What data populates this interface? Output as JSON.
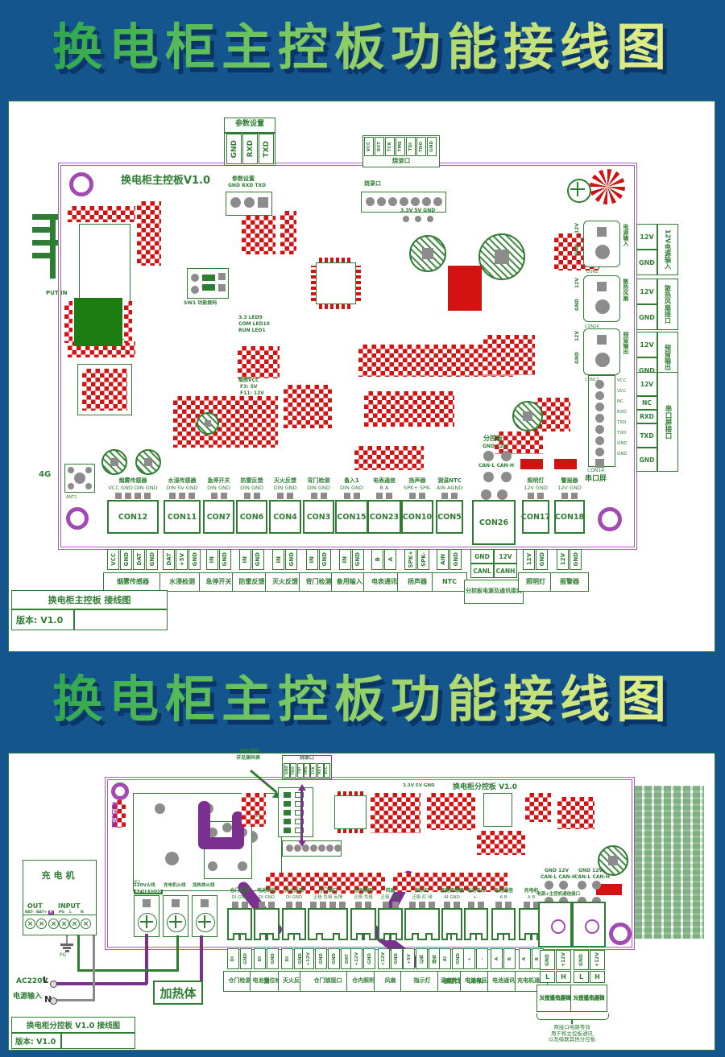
{
  "colors": {
    "background": "#15558d",
    "title_gradient_start": "#2fa84f",
    "title_gradient_end": "#e4ee88",
    "title_shadow": "#0b3566",
    "silkscreen_green": "#2e7d32",
    "component_red": "#d31212",
    "board_border_purple": "#a95fb5",
    "wire_purple": "#7b2f8e",
    "pad_gray": "#8c8c8c"
  },
  "banner": {
    "title": "换电柜主控板功能接线图"
  },
  "banner2": {
    "title": "换电柜主控板功能接线图"
  },
  "panel1": {
    "param_box": {
      "label": "参数设置",
      "pins": [
        "GND",
        "RXD",
        "TXD"
      ]
    },
    "burn_box": {
      "label": "烧录口",
      "pins": [
        "VCC",
        "RST",
        "TCK",
        "TMS",
        "TDI",
        "TDO",
        "GND"
      ]
    },
    "board": {
      "title": "换电柜主控板V1.0",
      "param_label": "参数设置",
      "param_pins": "GND RXD TXD",
      "burn_label": "烧录口",
      "testpoints": "3.3V 5V GND",
      "dip_label": "SW1 功能拨码",
      "led1": "3.3 LED9",
      "led2": "COM LED10",
      "led3": "RUN LED1",
      "note1": "烟感VCC",
      "note2": "F3: 5V",
      "note3": "F11: 12V",
      "putin": "PUT IN",
      "g4": "4G",
      "ant": "ANT1",
      "sub_label": "分控板",
      "sub_row1": "GND 12V",
      "sub_row2": "CAN-L CAN-H",
      "serial_con": "CON14",
      "serial_label": "串口屏",
      "serial_pins": [
        "VCC",
        "VCC",
        "NC",
        "RXD",
        "TXD",
        "TXD",
        "GND",
        "GND"
      ],
      "right_cons": [
        {
          "con": "CON1",
          "pin1": "12V",
          "pin2": "GND",
          "label": "电源输入"
        },
        {
          "con": "CON24",
          "pin1": "12V",
          "pin2": "GND",
          "label": "散热风扇"
        },
        {
          "con": "CON13",
          "pin1": "12V",
          "pin2": "GND",
          "label": "预留输出"
        }
      ]
    },
    "right_boxes": [
      {
        "cells": [
          "12V",
          "GND"
        ],
        "label": "12V电源输入"
      },
      {
        "cells": [
          "12V",
          "GND"
        ],
        "label": "散热风扇接口"
      },
      {
        "cells": [
          "12V",
          "GND"
        ],
        "label": "预留输出"
      }
    ],
    "serial_box": {
      "cells": [
        "12V",
        "NC",
        "RXD",
        "TXD",
        "GND"
      ],
      "label": "串口屏接口"
    },
    "connectors": [
      {
        "con": "CON12",
        "bname": "烟雾传感器",
        "bpins": "VCC GND DIN GND",
        "cells": [
          "VCC",
          "GND",
          "DAT",
          "GND"
        ],
        "label": "烟雾传感器"
      },
      {
        "con": "CON11",
        "bname": "水浸传感器",
        "bpins": "DIN 5V GND",
        "cells": [
          "DAT",
          "+5V",
          "GND"
        ],
        "label": "水浸检测"
      },
      {
        "con": "CON7",
        "bname": "急停开关",
        "bpins": "DIN GND",
        "cells": [
          "IN",
          "GND"
        ],
        "label": "急停开关"
      },
      {
        "con": "CON6",
        "bname": "防雷反馈",
        "bpins": "DIN GND",
        "cells": [
          "IN",
          "GND"
        ],
        "label": "防雷反馈"
      },
      {
        "con": "CON4",
        "bname": "灭火反馈",
        "bpins": "DIN GND",
        "cells": [
          "IN",
          "GND"
        ],
        "label": "灭火反馈"
      },
      {
        "con": "CON3",
        "bname": "背门检测",
        "bpins": "DIN GND",
        "cells": [
          "IN",
          "GND"
        ],
        "label": "背门检测"
      },
      {
        "con": "CON15",
        "bname": "备入1",
        "bpins": "DIN GND",
        "cells": [
          "IN",
          "GND"
        ],
        "label": "备用输入1"
      },
      {
        "con": "CON23",
        "bname": "电表通信",
        "bpins": "B A",
        "cells": [
          "B",
          "A"
        ],
        "label": "电表通讯"
      },
      {
        "con": "CON10",
        "bname": "扬声器",
        "bpins": "SPK+ SPK-",
        "cells": [
          "SPK+",
          "SPK-"
        ],
        "label": "扬声器"
      },
      {
        "con": "CON5",
        "bname": "测温NTC",
        "bpins": "AIN AGND",
        "cells": [
          "AIN",
          "GND"
        ],
        "label": "NTC"
      },
      {
        "con": "CON26",
        "bname": "",
        "bpins": "",
        "cells": [
          "GND",
          "12V",
          "CANL",
          "CANH"
        ],
        "label": "分控板电源及通讯接口",
        "wide": true
      },
      {
        "con": "CON17",
        "bname": "照明灯",
        "bpins": "12V GND",
        "cells": [
          "12V",
          "GND"
        ],
        "label": "照明灯"
      },
      {
        "con": "CON18",
        "bname": "警报器",
        "bpins": "12V GND",
        "cells": [
          "12V",
          "GND"
        ],
        "label": "报警器"
      }
    ],
    "titleblock": {
      "title": "换电柜主控板 接线图",
      "version": "版本: V1.0"
    }
  },
  "panel2": {
    "charger": {
      "title": "充电机",
      "out": "OUT",
      "input": "INPUT",
      "terminals": [
        "BAT-",
        "BAT+",
        "充",
        "PG",
        "L",
        "N"
      ],
      "pg": "PG"
    },
    "ac_input": {
      "line1": "AC220V",
      "l": "L",
      "line2": "电源输入",
      "n": "N"
    },
    "heater": "加热体",
    "board": {
      "title": "换电柜分控板 V1.0",
      "hv_warning": "高压危险",
      "jk2": "JK2",
      "jk1": "JK1",
      "relay_model": "KFHB9500",
      "wire1": "220V火线",
      "wire2": "充电机火线",
      "wire3": "加热体火线",
      "testpoints": "3.3V 5V GND",
      "burn_label": "烧录口",
      "burn_pins": [
        "GND",
        "TDO",
        "TDI",
        "TMS",
        "TCK",
        "RST",
        "VCC"
      ],
      "dip_note1": "地址拨码",
      "dip_note2": "详见拨码表",
      "can_row1": "GND 12V",
      "can_row2": "CAN-L CAN-H",
      "can_title": "电源+主控机通信接口"
    },
    "connectors": [
      {
        "bname": "仓门检测",
        "bpins": "DI GND",
        "cells": [
          "DI",
          "GND"
        ],
        "label": "仓门检测"
      },
      {
        "bname": "电池到位",
        "bpins": "DI GND",
        "cells": [
          "DI",
          "GND"
        ],
        "label": "电池到位检测"
      },
      {
        "bname": "灭火反馈",
        "bpins": "DI GND",
        "cells": [
          "DI",
          "GND"
        ],
        "label": "灭火反馈"
      },
      {
        "bname": "仓门锁口",
        "bpins": "正极 负极 反馈",
        "cells": [
          "+12V",
          "GND",
          "GND",
          "DAT"
        ],
        "label": "仓门锁接口"
      },
      {
        "bname": "仓内照明",
        "bpins": "正极 负极",
        "cells": [
          "+12V",
          "GND"
        ],
        "label": "仓内照明"
      },
      {
        "bname": "风扇",
        "bpins": "正极 负极",
        "cells": [
          "+12V",
          "GND"
        ],
        "label": "风扇"
      },
      {
        "bname": "指示灯",
        "bpins": "正极 红 绿",
        "cells": [
          "+5V",
          "红色",
          "绿色"
        ],
        "label": "指示灯"
      },
      {
        "bname": "温度传感器",
        "bpins": "AI GND",
        "cells": [
          "AI",
          "GND"
        ],
        "label": "温度传感器接口"
      },
      {
        "bname": "电池电压",
        "bpins": "+ -",
        "cells": [
          "+",
          "-"
        ],
        "label": "电池电压（采样）"
      },
      {
        "bname": "电池通信",
        "bpins": "A B",
        "cells": [
          "A",
          "B"
        ],
        "label": "电池通讯"
      },
      {
        "bname": "充电机",
        "bpins": "A B",
        "cells": [
          "A",
          "B"
        ],
        "label": "充电机通讯"
      }
    ],
    "power_cons": [
      {
        "row1": [
          "GND",
          "+12V"
        ],
        "row2": [
          "L",
          "H"
        ],
        "label": "分控板电源输入及通讯接口"
      },
      {
        "row1": [
          "GND",
          "+12V"
        ],
        "row2": [
          "L",
          "H"
        ],
        "label": "分控板电源输入及通讯接口"
      }
    ],
    "bracket_note": [
      "两接口电路等效",
      "用于和主控板通讯",
      "以及级联其他分控板"
    ],
    "titleblock": {
      "title": "换电柜分控板 V1.0  接线图",
      "version": "版本: V1.0"
    }
  }
}
